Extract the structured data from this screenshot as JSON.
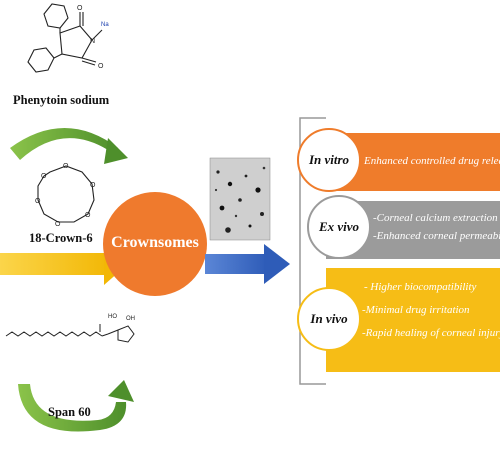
{
  "labels": {
    "phenytoin": "Phenytoin sodium",
    "crown": "18-Crown-6",
    "span": "Span 60",
    "center": "Crownsomes"
  },
  "structure_atoms": {
    "na": "Na",
    "n": "N",
    "o": "O",
    "oh": "OH",
    "ho": "HO"
  },
  "outcomes": [
    {
      "title": "In vitro",
      "lines": [
        "Enhanced controlled drug release"
      ],
      "color": "#ef7c2b"
    },
    {
      "title": "Ex vivo",
      "lines": [
        "-Corneal calcium extraction",
        "-Enhanced corneal permeability"
      ],
      "color": "#9b9b9b"
    },
    {
      "title": "In vivo",
      "lines": [
        "- Higher biocompatibility",
        "-Minimal drug irritation",
        "-Rapid healing of corneal injury"
      ],
      "color": "#f6bd16"
    }
  ],
  "colors": {
    "center_circle": "#ef7a2d",
    "green_arrow": "#6aa63a",
    "yellow_arrow": "#f5c315",
    "blue_arrow": "#3f6fcb"
  }
}
